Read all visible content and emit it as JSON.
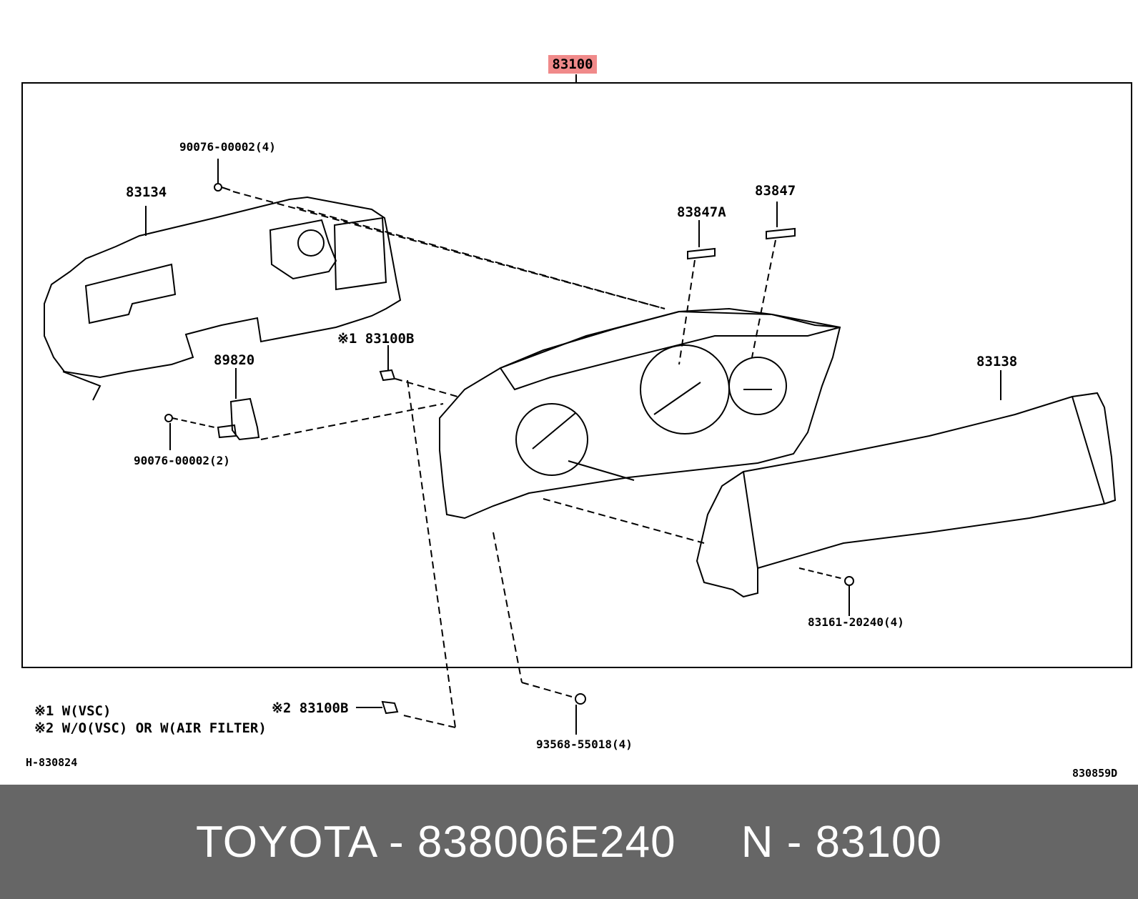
{
  "diagram": {
    "main_part": "83100",
    "parts": {
      "screw_top_left": "90076-00002(4)",
      "shield": "83134",
      "pad_a": "83847A",
      "pad": "83847",
      "bulb_w_vsc": "※1 83100B",
      "relay": "89820",
      "screw_relay": "90076-00002(2)",
      "lens_panel": "83138",
      "screw_lens": "83161-20240(4)",
      "bulb_wo_vsc": "※2 83100B",
      "screw_bottom": "93568-55018(4)"
    },
    "notes": [
      "※1  W(VSC)",
      "※2  W/O(VSC)  OR W(AIR FILTER)"
    ],
    "ref_left": "H-830824",
    "ref_right": "830859D"
  },
  "footer": {
    "text": "TOYOTA - 838006E240     N - 83100"
  },
  "colors": {
    "highlight": "#f08a8a",
    "footer_bg": "#666666",
    "footer_text": "#ffffff"
  }
}
